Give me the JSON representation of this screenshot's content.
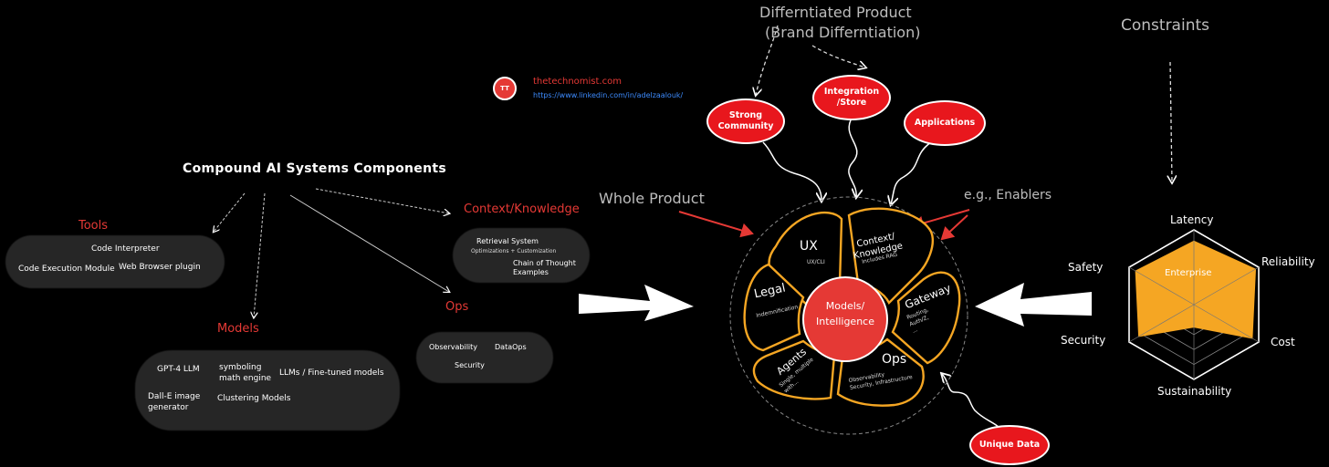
{
  "watermark": {
    "site": "thetechnomist.com",
    "url": "https://www.linkedin.com/in/adelzaalouk/"
  },
  "left": {
    "title": "Compound AI Systems Components",
    "tools": {
      "heading": "Tools",
      "items": [
        "Code Interpreter",
        "Code Execution Module",
        "Web Browser plugin"
      ]
    },
    "models": {
      "heading": "Models",
      "items": [
        "GPT-4 LLM",
        "symboling math engine",
        "LLMs / Fine-tuned models",
        "Dall-E image generator",
        "Clustering Models"
      ]
    },
    "context": {
      "heading": "Context/Knowledge",
      "items": [
        "Retrieval System",
        "Optimizations + Customization",
        "Chain of Thought Examples"
      ]
    },
    "ops": {
      "heading": "Ops",
      "items": [
        "Observability",
        "DataOps",
        "Security"
      ]
    }
  },
  "center": {
    "top_label_line1": "Differntiated Product",
    "top_label_line2": "(Brand Differntiation)",
    "whole_product": "Whole Product",
    "enablers": "e.g., Enablers",
    "pills": [
      "Strong Community",
      "Integration /Store",
      "Applications",
      "Unique Data"
    ],
    "core_line1": "Models/",
    "core_line2": "Intelligence",
    "petals": {
      "ux": {
        "label": "UX",
        "sub": "UX/CLI"
      },
      "context": {
        "label_line1": "Context/",
        "label_line2": "Knowledge",
        "sub": "Includes RAG"
      },
      "gateway": {
        "label": "Gateway",
        "sub_line1": "Routing,",
        "sub_line2": "Auth/Z,",
        "sub_line3": "..."
      },
      "ops": {
        "label": "Ops",
        "sub_line1": "Observability",
        "sub_line2": "Security, Infrastructure"
      },
      "agents": {
        "label": "Agents",
        "sub_line1": "Single, multiple",
        "sub_line2": "with..."
      },
      "legal": {
        "label": "Legal",
        "sub": "Indemnification"
      }
    }
  },
  "right": {
    "title": "Constraints",
    "radar": {
      "axes": [
        "Latency",
        "Reliability",
        "Cost",
        "Sustainability",
        "Security",
        "Safety"
      ],
      "series_label": "Enterprise",
      "fill_color": "#f5a623",
      "values": [
        0.85,
        0.95,
        0.9,
        0.3,
        0.85,
        0.9
      ]
    }
  },
  "colors": {
    "accent_red": "#e8171d",
    "orange": "#f5a623",
    "text_gray": "#bdbdbd"
  }
}
